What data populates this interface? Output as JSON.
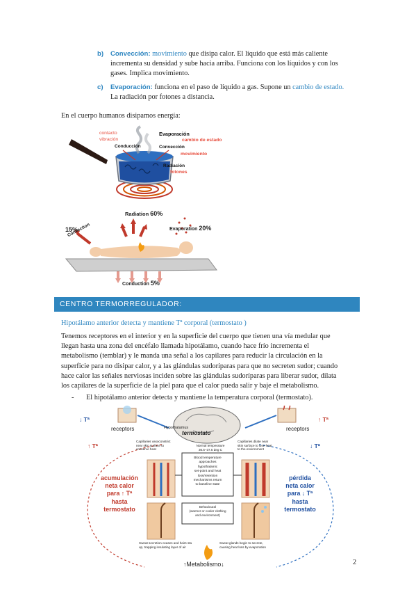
{
  "list": {
    "b": {
      "marker": "b)",
      "term": "Convección:",
      "link": "movimiento",
      "line1": " que disipa calor. El líquido que está más caliente",
      "line2": "incrementa su densidad y sube hacia arriba. Funciona con los líquidos y con los",
      "line3": "gases. Implica movimiento."
    },
    "c": {
      "marker": "c)",
      "term": "Evaporación:",
      "text": " funciona en el paso de líquido a gas. Supone un ",
      "link": "cambio de estado.",
      "line2": "La radiación por fotones a distancia."
    }
  },
  "intro": "En el cuerpo humanos disipamos energía:",
  "pot": {
    "contacto": "contacto",
    "vibracion": "vibración",
    "conduccion": "Conducción",
    "evaporacion": "Evaporación",
    "cambio": "cambio de estado",
    "conveccion": "Convección",
    "movimiento": "movimiento",
    "radiacion": "Radiación",
    "fotones": "fotones"
  },
  "body": {
    "radiation": "Radiation",
    "radiation_pct": "60%",
    "evaporation": "Evaporation",
    "evaporation_pct": "20%",
    "convection_pct": "15%",
    "convection": "Convection",
    "conduction": "Conduction",
    "conduction_pct": "5%"
  },
  "section": {
    "title": "CENTRO TERMORREGULADOR:",
    "subtitle": "Hipotálamo anterior detecta y mantiene Tª corporal (termostato )"
  },
  "paragraph": [
    "Tenemos receptores en el interior y en la superficie del cuerpo que tienen una vía medular que",
    "llegan hasta una zona del encéfalo llamada hipotálamo, cuando hace frío incrementa el",
    "metabolismo (temblar) y le manda una señal a los capilares para reducir la circulación en la",
    "superficie para no disipar calor, y a las glándulas sudoríparas para que no secreten sudor; cuando",
    "hace calor las señales nerviosas inciden sobre las glándulas sudoríparas para liberar sudor, dilata",
    "los capilares de la superficie de la piel para que el calor pueda salir y baje el metabolismo."
  ],
  "bullet": {
    "dash": "-",
    "text": "El hipotálamo anterior detecta y mantiene la temperatura corporal (termostato)."
  },
  "diagram": {
    "down_t_left": "↓ Tª",
    "receptors_left": "receptors",
    "up_t_left": "↑ Tª",
    "hypothalamus": "Hypothalamus",
    "termostato": "termostato",
    "up_t_right": "↑ Tª",
    "receptors_right": "receptors",
    "down_t_right": "↓ Tª",
    "cap_left": [
      "Capillaries vasoconstrict",
      "near skin surface to",
      "conserve heat"
    ],
    "normal": [
      "Normal temperature",
      "36.5–37.5 deg C"
    ],
    "cap_right": [
      "Capillaries dilate near",
      "skin surface to lose heat",
      "to the environment"
    ],
    "center": [
      "Blood temperature",
      "approaches",
      "hypothalamic",
      "set-point and heat",
      "loss/retention",
      "mechanisms return",
      "to baseline state"
    ],
    "behavioural": [
      "Behavioural",
      "(warmer or cooler clothing",
      "and environment)"
    ],
    "acum": [
      "acumulación",
      "neta calor",
      "para ↑ Tª",
      "hasta",
      "termostato"
    ],
    "perdida": [
      "pérdida",
      "neta calor",
      "para ↓ Tª",
      "hasta",
      "termostato"
    ],
    "sweat_left": [
      "Sweat secretion ceases and hairs sta",
      "up, trapping insulating layer of air"
    ],
    "sweat_right": [
      "Sweat glands begin to secrete,",
      "causing heat loss by evaporation"
    ],
    "metabolismo": "↑Metabolismo↓"
  },
  "page_number": "2"
}
